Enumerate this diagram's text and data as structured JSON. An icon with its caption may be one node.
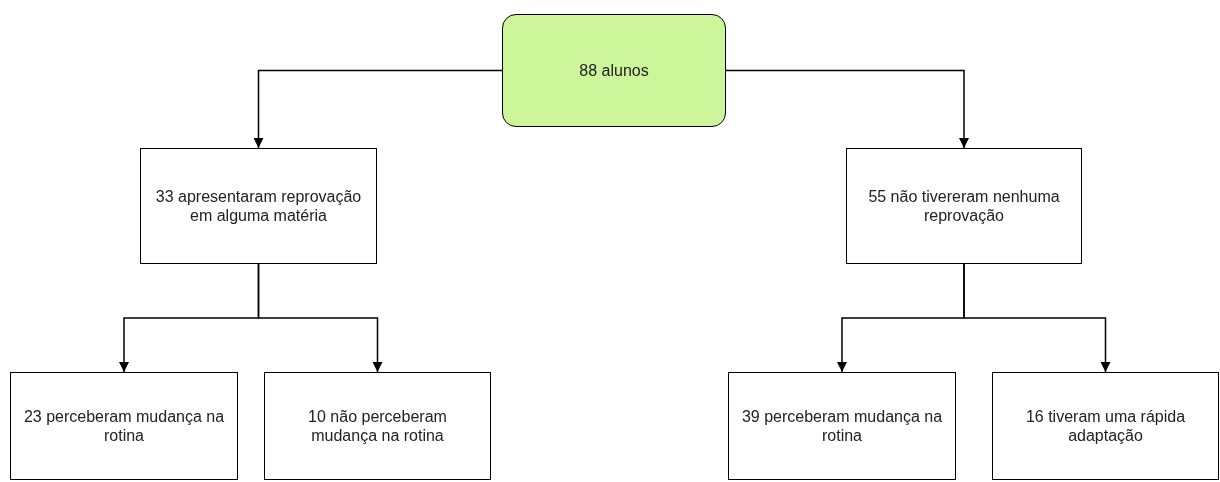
{
  "diagram": {
    "nodes": [
      {
        "text": [
          "88 alunos"
        ]
      },
      {
        "text": [
          "33 apresentaram reprovação em alguma matéria"
        ]
      },
      {
        "text": [
          "55 não tivereram nenhuma reprovação"
        ]
      },
      {
        "text": [
          "23 perceberam mudança na rotina"
        ]
      },
      {
        "text": [
          "10 não perceberam mudança na rotina"
        ]
      },
      {
        "text": [
          "39 perceberam mudança na rotina"
        ]
      },
      {
        "text": [
          "16 tiveram uma rápida adaptação"
        ]
      }
    ],
    "edges": [
      {
        "from": 0,
        "to": 1,
        "arrow": "to"
      },
      {
        "from": 0,
        "to": 2,
        "arrow": "to"
      },
      {
        "from": 1,
        "to": 3,
        "arrow": "to"
      },
      {
        "from": 1,
        "to": 4,
        "arrow": "to"
      },
      {
        "from": 2,
        "to": 5,
        "arrow": "to"
      },
      {
        "from": 2,
        "to": 6,
        "arrow": "to"
      }
    ]
  }
}
